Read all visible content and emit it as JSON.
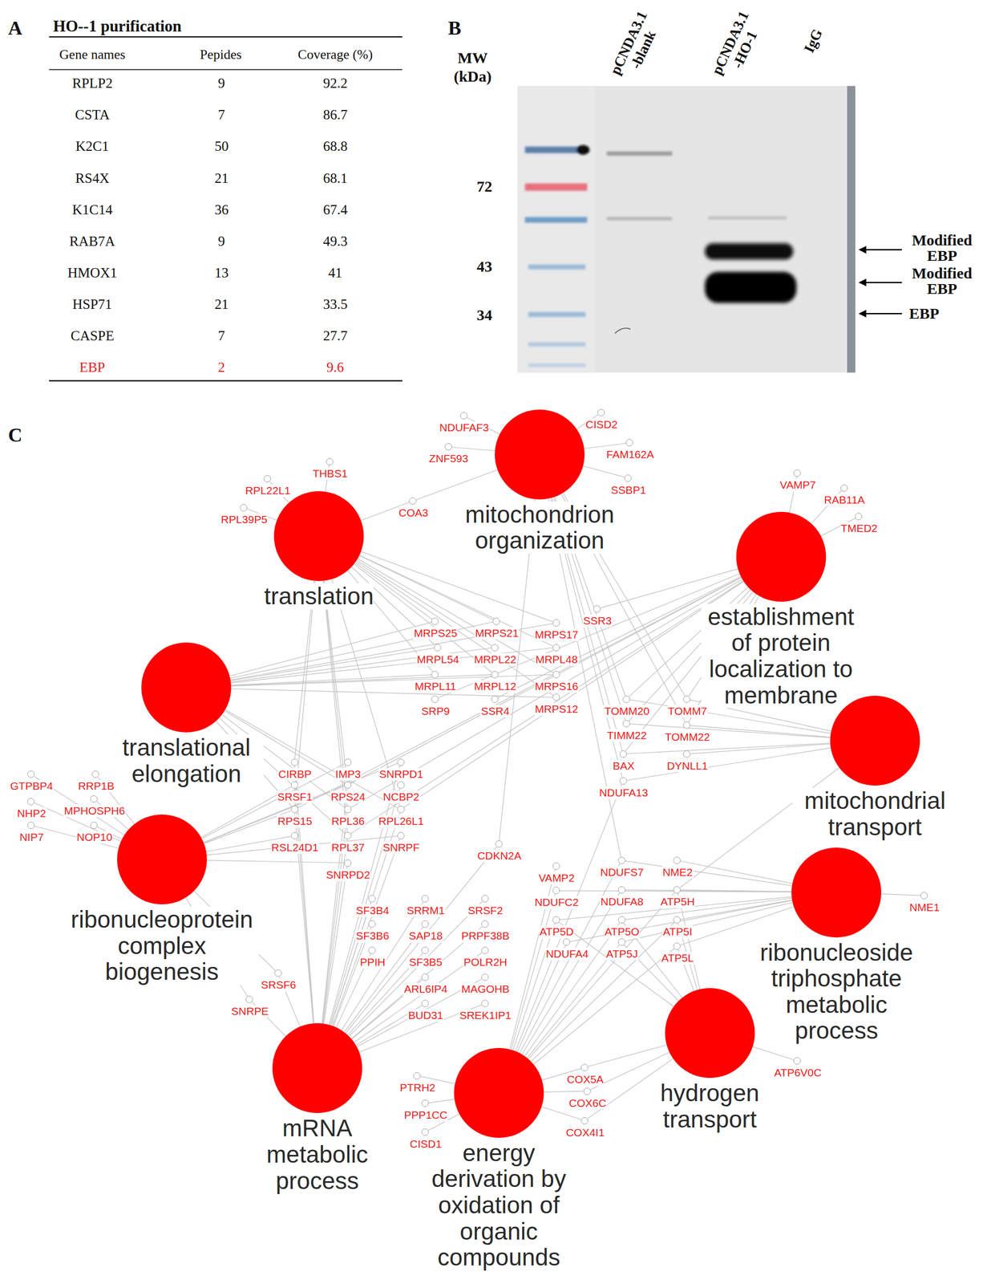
{
  "diagram": {
    "nodes": [
      {
        "text": [
          "translation"
        ]
      },
      {
        "text": [
          "mitochondrion organization"
        ]
      },
      {
        "text": [
          "establishment of protein localization to membrane"
        ]
      },
      {
        "text": [
          "translational elongation"
        ]
      },
      {
        "text": [
          "mitochondrial transport"
        ]
      },
      {
        "text": [
          "ribonucleoprotein complex biogenesis"
        ]
      },
      {
        "text": [
          "ribonucleoside triphosphate metabolic process"
        ]
      },
      {
        "text": [
          "mRNA metabolic process"
        ]
      },
      {
        "text": [
          "energy derivation by oxidation of organic compounds"
        ]
      },
      {
        "text": [
          "hydrogen transport"
        ]
      },
      {
        "text": [
          "NDUFAF3"
        ]
      },
      {
        "text": [
          "CISD2"
        ]
      },
      {
        "text": [
          "ZNF593"
        ]
      },
      {
        "text": [
          "FAM162A"
        ]
      },
      {
        "text": [
          "SSBP1"
        ]
      },
      {
        "text": [
          "THBS1"
        ]
      },
      {
        "text": [
          "RPL22L1"
        ]
      },
      {
        "text": [
          "RPL39P5"
        ]
      },
      {
        "text": [
          "COA3"
        ]
      },
      {
        "text": [
          "VAMP7"
        ]
      },
      {
        "text": [
          "RAB11A"
        ]
      },
      {
        "text": [
          "TMED2"
        ]
      },
      {
        "text": [
          "MRPS25"
        ]
      },
      {
        "text": [
          "MRPS21"
        ]
      },
      {
        "text": [
          "MRPS17"
        ]
      },
      {
        "text": [
          "SSR3"
        ]
      },
      {
        "text": [
          "MRPL54"
        ]
      },
      {
        "text": [
          "MRPL22"
        ]
      },
      {
        "text": [
          "MRPL48"
        ]
      },
      {
        "text": [
          "MRPL11"
        ]
      },
      {
        "text": [
          "MRPL12"
        ]
      },
      {
        "text": [
          "MRPS16"
        ]
      },
      {
        "text": [
          "SRP9"
        ]
      },
      {
        "text": [
          "SSR4"
        ]
      },
      {
        "text": [
          "MRPS12"
        ]
      },
      {
        "text": [
          "TOMM20"
        ]
      },
      {
        "text": [
          "TOMM7"
        ]
      },
      {
        "text": [
          "TIMM22"
        ]
      },
      {
        "text": [
          "TOMM22"
        ]
      },
      {
        "text": [
          "BAX"
        ]
      },
      {
        "text": [
          "DYNLL1"
        ]
      },
      {
        "text": [
          "NDUFA13"
        ]
      },
      {
        "text": [
          "GTPBP4"
        ]
      },
      {
        "text": [
          "RRP1B"
        ]
      },
      {
        "text": [
          "CIRBP"
        ]
      },
      {
        "text": [
          "IMP3"
        ]
      },
      {
        "text": [
          "SNRPD1"
        ]
      },
      {
        "text": [
          "NHP2"
        ]
      },
      {
        "text": [
          "MPHOSPH6"
        ]
      },
      {
        "text": [
          "SRSF1"
        ]
      },
      {
        "text": [
          "RPS24"
        ]
      },
      {
        "text": [
          "NCBP2"
        ]
      },
      {
        "text": [
          "NIP7"
        ]
      },
      {
        "text": [
          "NOP10"
        ]
      },
      {
        "text": [
          "RPS15"
        ]
      },
      {
        "text": [
          "RPL36"
        ]
      },
      {
        "text": [
          "RPL26L1"
        ]
      },
      {
        "text": [
          "RSL24D1"
        ]
      },
      {
        "text": [
          "RPL37"
        ]
      },
      {
        "text": [
          "SNRPF"
        ]
      },
      {
        "text": [
          "CDKN2A"
        ]
      },
      {
        "text": [
          "SNRPD2"
        ]
      },
      {
        "text": [
          "VAMP2"
        ]
      },
      {
        "text": [
          "NDUFS7"
        ]
      },
      {
        "text": [
          "NME2"
        ]
      },
      {
        "text": [
          "NDUFC2"
        ]
      },
      {
        "text": [
          "NDUFA8"
        ]
      },
      {
        "text": [
          "ATP5H"
        ]
      },
      {
        "text": [
          "NME1"
        ]
      },
      {
        "text": [
          "SF3B4"
        ]
      },
      {
        "text": [
          "SRRM1"
        ]
      },
      {
        "text": [
          "SRSF2"
        ]
      },
      {
        "text": [
          "ATP5D"
        ]
      },
      {
        "text": [
          "ATP5O"
        ]
      },
      {
        "text": [
          "ATP5I"
        ]
      },
      {
        "text": [
          "SF3B6"
        ]
      },
      {
        "text": [
          "SAP18"
        ]
      },
      {
        "text": [
          "PRPF38B"
        ]
      },
      {
        "text": [
          "NDUFA4"
        ]
      },
      {
        "text": [
          "ATP5J"
        ]
      },
      {
        "text": [
          "ATP5L"
        ]
      },
      {
        "text": [
          "PPIH"
        ]
      },
      {
        "text": [
          "SF3B5"
        ]
      },
      {
        "text": [
          "POLR2H"
        ]
      },
      {
        "text": [
          "SRSF6"
        ]
      },
      {
        "text": [
          "ARL6IP4"
        ]
      },
      {
        "text": [
          "MAGOHB"
        ]
      },
      {
        "text": [
          "SNRPE"
        ]
      },
      {
        "text": [
          "BUD31"
        ]
      },
      {
        "text": [
          "SREK1IP1"
        ]
      },
      {
        "text": [
          "ATP6V0C"
        ]
      },
      {
        "text": [
          "COX5A"
        ]
      },
      {
        "text": [
          "PTRH2"
        ]
      },
      {
        "text": [
          "COX6C"
        ]
      },
      {
        "text": [
          "PPP1CC"
        ]
      },
      {
        "text": [
          "COX4I1"
        ]
      },
      {
        "text": [
          "CISD1"
        ]
      }
    ],
    "edges": [
      {
        "from": 15,
        "to": 0,
        "arrow": "none"
      },
      {
        "from": 16,
        "to": 0,
        "arrow": "none"
      },
      {
        "from": 17,
        "to": 0,
        "arrow": "none"
      },
      {
        "from": 18,
        "to": 0,
        "arrow": "none"
      },
      {
        "from": 22,
        "to": 0,
        "arrow": "none"
      },
      {
        "from": 23,
        "to": 0,
        "arrow": "none"
      },
      {
        "from": 24,
        "to": 0,
        "arrow": "none"
      },
      {
        "from": 26,
        "to": 0,
        "arrow": "none"
      },
      {
        "from": 27,
        "to": 0,
        "arrow": "none"
      },
      {
        "from": 28,
        "to": 0,
        "arrow": "none"
      },
      {
        "from": 29,
        "to": 0,
        "arrow": "none"
      },
      {
        "from": 30,
        "to": 0,
        "arrow": "none"
      },
      {
        "from": 31,
        "to": 0,
        "arrow": "none"
      },
      {
        "from": 34,
        "to": 0,
        "arrow": "none"
      },
      {
        "from": 44,
        "to": 0,
        "arrow": "none"
      },
      {
        "from": 50,
        "to": 0,
        "arrow": "none"
      },
      {
        "from": 54,
        "to": 0,
        "arrow": "none"
      },
      {
        "from": 55,
        "to": 0,
        "arrow": "none"
      },
      {
        "from": 56,
        "to": 0,
        "arrow": "none"
      },
      {
        "from": 58,
        "to": 0,
        "arrow": "none"
      },
      {
        "from": 10,
        "to": 1,
        "arrow": "none"
      },
      {
        "from": 11,
        "to": 1,
        "arrow": "none"
      },
      {
        "from": 12,
        "to": 1,
        "arrow": "none"
      },
      {
        "from": 13,
        "to": 1,
        "arrow": "none"
      },
      {
        "from": 14,
        "to": 1,
        "arrow": "none"
      },
      {
        "from": 18,
        "to": 1,
        "arrow": "none"
      },
      {
        "from": 35,
        "to": 1,
        "arrow": "none"
      },
      {
        "from": 36,
        "to": 1,
        "arrow": "none"
      },
      {
        "from": 37,
        "to": 1,
        "arrow": "none"
      },
      {
        "from": 38,
        "to": 1,
        "arrow": "none"
      },
      {
        "from": 39,
        "to": 1,
        "arrow": "none"
      },
      {
        "from": 41,
        "to": 1,
        "arrow": "none"
      },
      {
        "from": 60,
        "to": 1,
        "arrow": "none"
      },
      {
        "from": 63,
        "to": 1,
        "arrow": "none"
      },
      {
        "from": 19,
        "to": 2,
        "arrow": "none"
      },
      {
        "from": 20,
        "to": 2,
        "arrow": "none"
      },
      {
        "from": 21,
        "to": 2,
        "arrow": "none"
      },
      {
        "from": 25,
        "to": 2,
        "arrow": "none"
      },
      {
        "from": 32,
        "to": 2,
        "arrow": "none"
      },
      {
        "from": 33,
        "to": 2,
        "arrow": "none"
      },
      {
        "from": 35,
        "to": 2,
        "arrow": "none"
      },
      {
        "from": 36,
        "to": 2,
        "arrow": "none"
      },
      {
        "from": 37,
        "to": 2,
        "arrow": "none"
      },
      {
        "from": 38,
        "to": 2,
        "arrow": "none"
      },
      {
        "from": 39,
        "to": 2,
        "arrow": "none"
      },
      {
        "from": 50,
        "to": 2,
        "arrow": "none"
      },
      {
        "from": 54,
        "to": 2,
        "arrow": "none"
      },
      {
        "from": 55,
        "to": 2,
        "arrow": "none"
      },
      {
        "from": 56,
        "to": 2,
        "arrow": "none"
      },
      {
        "from": 58,
        "to": 2,
        "arrow": "none"
      },
      {
        "from": 22,
        "to": 3,
        "arrow": "none"
      },
      {
        "from": 23,
        "to": 3,
        "arrow": "none"
      },
      {
        "from": 24,
        "to": 3,
        "arrow": "none"
      },
      {
        "from": 26,
        "to": 3,
        "arrow": "none"
      },
      {
        "from": 27,
        "to": 3,
        "arrow": "none"
      },
      {
        "from": 28,
        "to": 3,
        "arrow": "none"
      },
      {
        "from": 29,
        "to": 3,
        "arrow": "none"
      },
      {
        "from": 30,
        "to": 3,
        "arrow": "none"
      },
      {
        "from": 31,
        "to": 3,
        "arrow": "none"
      },
      {
        "from": 34,
        "to": 3,
        "arrow": "none"
      },
      {
        "from": 50,
        "to": 3,
        "arrow": "none"
      },
      {
        "from": 54,
        "to": 3,
        "arrow": "none"
      },
      {
        "from": 55,
        "to": 3,
        "arrow": "none"
      },
      {
        "from": 56,
        "to": 3,
        "arrow": "none"
      },
      {
        "from": 58,
        "to": 3,
        "arrow": "none"
      },
      {
        "from": 35,
        "to": 4,
        "arrow": "none"
      },
      {
        "from": 36,
        "to": 4,
        "arrow": "none"
      },
      {
        "from": 37,
        "to": 4,
        "arrow": "none"
      },
      {
        "from": 38,
        "to": 4,
        "arrow": "none"
      },
      {
        "from": 39,
        "to": 4,
        "arrow": "none"
      },
      {
        "from": 40,
        "to": 4,
        "arrow": "none"
      },
      {
        "from": 41,
        "to": 4,
        "arrow": "none"
      },
      {
        "from": 67,
        "to": 4,
        "arrow": "none"
      },
      {
        "from": 42,
        "to": 5,
        "arrow": "none"
      },
      {
        "from": 43,
        "to": 5,
        "arrow": "none"
      },
      {
        "from": 47,
        "to": 5,
        "arrow": "none"
      },
      {
        "from": 48,
        "to": 5,
        "arrow": "none"
      },
      {
        "from": 52,
        "to": 5,
        "arrow": "none"
      },
      {
        "from": 53,
        "to": 5,
        "arrow": "none"
      },
      {
        "from": 45,
        "to": 5,
        "arrow": "none"
      },
      {
        "from": 46,
        "to": 5,
        "arrow": "none"
      },
      {
        "from": 49,
        "to": 5,
        "arrow": "none"
      },
      {
        "from": 50,
        "to": 5,
        "arrow": "none"
      },
      {
        "from": 54,
        "to": 5,
        "arrow": "none"
      },
      {
        "from": 57,
        "to": 5,
        "arrow": "none"
      },
      {
        "from": 59,
        "to": 5,
        "arrow": "none"
      },
      {
        "from": 61,
        "to": 5,
        "arrow": "none"
      },
      {
        "from": 87,
        "to": 5,
        "arrow": "none"
      },
      {
        "from": 84,
        "to": 5,
        "arrow": "none"
      },
      {
        "from": 68,
        "to": 6,
        "arrow": "none"
      },
      {
        "from": 64,
        "to": 6,
        "arrow": "none"
      },
      {
        "from": 67,
        "to": 6,
        "arrow": "none"
      },
      {
        "from": 74,
        "to": 6,
        "arrow": "none"
      },
      {
        "from": 72,
        "to": 6,
        "arrow": "none"
      },
      {
        "from": 73,
        "to": 6,
        "arrow": "none"
      },
      {
        "from": 79,
        "to": 6,
        "arrow": "none"
      },
      {
        "from": 80,
        "to": 6,
        "arrow": "none"
      },
      {
        "from": 63,
        "to": 6,
        "arrow": "none"
      },
      {
        "from": 66,
        "to": 6,
        "arrow": "none"
      },
      {
        "from": 65,
        "to": 6,
        "arrow": "none"
      },
      {
        "from": 78,
        "to": 6,
        "arrow": "none"
      },
      {
        "from": 84,
        "to": 7,
        "arrow": "none"
      },
      {
        "from": 87,
        "to": 7,
        "arrow": "none"
      },
      {
        "from": 69,
        "to": 7,
        "arrow": "none"
      },
      {
        "from": 70,
        "to": 7,
        "arrow": "none"
      },
      {
        "from": 71,
        "to": 7,
        "arrow": "none"
      },
      {
        "from": 75,
        "to": 7,
        "arrow": "none"
      },
      {
        "from": 76,
        "to": 7,
        "arrow": "none"
      },
      {
        "from": 77,
        "to": 7,
        "arrow": "none"
      },
      {
        "from": 81,
        "to": 7,
        "arrow": "none"
      },
      {
        "from": 82,
        "to": 7,
        "arrow": "none"
      },
      {
        "from": 83,
        "to": 7,
        "arrow": "none"
      },
      {
        "from": 85,
        "to": 7,
        "arrow": "none"
      },
      {
        "from": 86,
        "to": 7,
        "arrow": "none"
      },
      {
        "from": 88,
        "to": 7,
        "arrow": "none"
      },
      {
        "from": 89,
        "to": 7,
        "arrow": "none"
      },
      {
        "from": 46,
        "to": 7,
        "arrow": "none"
      },
      {
        "from": 51,
        "to": 7,
        "arrow": "none"
      },
      {
        "from": 59,
        "to": 7,
        "arrow": "none"
      },
      {
        "from": 61,
        "to": 7,
        "arrow": "none"
      },
      {
        "from": 49,
        "to": 7,
        "arrow": "none"
      },
      {
        "from": 44,
        "to": 7,
        "arrow": "none"
      },
      {
        "from": 50,
        "to": 7,
        "arrow": "none"
      },
      {
        "from": 55,
        "to": 7,
        "arrow": "none"
      },
      {
        "from": 54,
        "to": 7,
        "arrow": "none"
      },
      {
        "from": 58,
        "to": 7,
        "arrow": "none"
      },
      {
        "from": 56,
        "to": 7,
        "arrow": "none"
      },
      {
        "from": 60,
        "to": 7,
        "arrow": "none"
      },
      {
        "from": 92,
        "to": 8,
        "arrow": "none"
      },
      {
        "from": 94,
        "to": 8,
        "arrow": "none"
      },
      {
        "from": 96,
        "to": 8,
        "arrow": "none"
      },
      {
        "from": 91,
        "to": 8,
        "arrow": "none"
      },
      {
        "from": 93,
        "to": 8,
        "arrow": "none"
      },
      {
        "from": 95,
        "to": 8,
        "arrow": "none"
      },
      {
        "from": 63,
        "to": 8,
        "arrow": "none"
      },
      {
        "from": 66,
        "to": 8,
        "arrow": "none"
      },
      {
        "from": 65,
        "to": 8,
        "arrow": "none"
      },
      {
        "from": 78,
        "to": 8,
        "arrow": "none"
      },
      {
        "from": 72,
        "to": 8,
        "arrow": "none"
      },
      {
        "from": 73,
        "to": 8,
        "arrow": "none"
      },
      {
        "from": 79,
        "to": 8,
        "arrow": "none"
      },
      {
        "from": 67,
        "to": 8,
        "arrow": "none"
      },
      {
        "from": 74,
        "to": 8,
        "arrow": "none"
      },
      {
        "from": 80,
        "to": 8,
        "arrow": "none"
      },
      {
        "from": 62,
        "to": 8,
        "arrow": "none"
      },
      {
        "from": 41,
        "to": 8,
        "arrow": "none"
      },
      {
        "from": 90,
        "to": 9,
        "arrow": "none"
      },
      {
        "from": 91,
        "to": 9,
        "arrow": "none"
      },
      {
        "from": 93,
        "to": 9,
        "arrow": "none"
      },
      {
        "from": 95,
        "to": 9,
        "arrow": "none"
      },
      {
        "from": 67,
        "to": 9,
        "arrow": "none"
      },
      {
        "from": 74,
        "to": 9,
        "arrow": "none"
      },
      {
        "from": 72,
        "to": 9,
        "arrow": "none"
      },
      {
        "from": 73,
        "to": 9,
        "arrow": "none"
      },
      {
        "from": 79,
        "to": 9,
        "arrow": "none"
      },
      {
        "from": 80,
        "to": 9,
        "arrow": "none"
      }
    ],
    "labels": [
      "A",
      "HO--1 purification",
      "Gene names",
      "Pepides",
      "Coverage (%)",
      "RPLP2",
      "9",
      "92.2",
      "CSTA",
      "7",
      "86.7",
      "K2C1",
      "50",
      "68.8",
      "RS4X",
      "21",
      "68.1",
      "K1C14",
      "36",
      "67.4",
      "RAB7A",
      "9",
      "49.3",
      "HMOX1",
      "13",
      "41",
      "HSP71",
      "21",
      "33.5",
      "CASPE",
      "7",
      "27.7",
      "EBP",
      "2",
      "9.6",
      "B",
      "MW (kDa)",
      "pCNDA3.1 -blank",
      "pCNDA3.1 -HO-1",
      "IgG",
      "72",
      "43",
      "34",
      "Modified EBP",
      "Modified EBP",
      "EBP",
      "C"
    ]
  }
}
